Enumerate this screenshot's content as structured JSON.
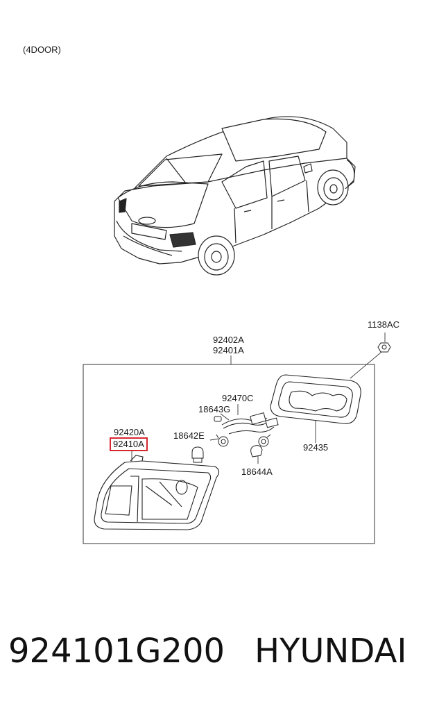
{
  "variant_label": "(4DOOR)",
  "callouts": {
    "c1138ac": "1138AC",
    "c92402a": "92402A",
    "c92401a": "92401A",
    "c92470c": "92470C",
    "c18643g": "18643G",
    "c92420a": "92420A",
    "c92410a": "92410A",
    "c18642e": "18642E",
    "c92435": "92435",
    "c18644a": "18644A"
  },
  "highlight_color": "#d6262f",
  "footer": {
    "part_number": "924101G200",
    "brand": "HYUNDAI"
  }
}
